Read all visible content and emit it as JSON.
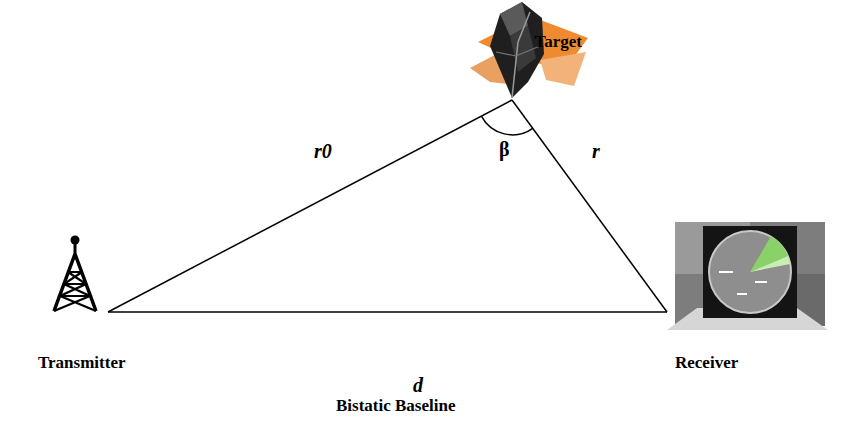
{
  "diagram": {
    "nodes": [
      {
        "text": [
          "Target"
        ]
      },
      {
        "text": [
          "Transmitter"
        ]
      },
      {
        "text": [
          "Receiver"
        ]
      }
    ],
    "edges": [
      {
        "from": 1,
        "to": 0,
        "arrow": "none",
        "label": "r0"
      },
      {
        "from": 0,
        "to": 2,
        "arrow": "none",
        "label": "r"
      },
      {
        "from": 1,
        "to": 2,
        "arrow": "none",
        "label": "d"
      }
    ],
    "labels": [
      "β",
      "Bistatic Baseline"
    ]
  }
}
